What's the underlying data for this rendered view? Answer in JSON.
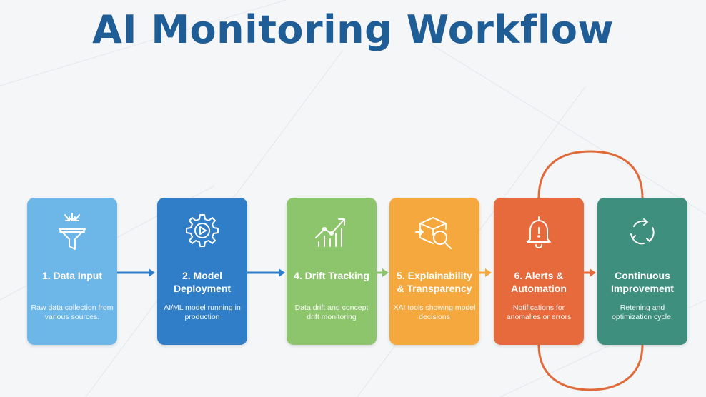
{
  "title": "AI Monitoring Workflow",
  "steps": [
    {
      "title": "1. Data Input",
      "description": "Raw data collection from various sources.",
      "color": "#6db6e8",
      "icon": "funnel-icon"
    },
    {
      "title": "2. Model Deployment",
      "description": "AI/ML model running in production",
      "color": "#2f7ec7",
      "icon": "gear-play-icon"
    },
    {
      "title": "4. Drift Tracking",
      "description": "Data drift and concept drift monitoring",
      "color": "#8cc56b",
      "icon": "trend-chart-icon"
    },
    {
      "title": "5. Explainability & Transparency",
      "description": "XAI tools showing model decisions",
      "color": "#f5a83d",
      "icon": "box-magnifier-icon"
    },
    {
      "title": "6. Alerts & Automation",
      "description": "Notifications for anomalies or errors",
      "color": "#e76a3d",
      "icon": "bell-icon"
    },
    {
      "title": "Continuous Improvement",
      "description": "Retening and optimization cycle.",
      "color": "#3f8f7f",
      "icon": "cycle-arrows-icon"
    }
  ],
  "colors": {
    "title": "#1f5d96",
    "arrow_blue": "#2f7ec7",
    "arrow_green": "#8cc56b",
    "arrow_orange": "#f5a83d",
    "arrow_red": "#e76a3d",
    "loop": "#e06a3a"
  }
}
